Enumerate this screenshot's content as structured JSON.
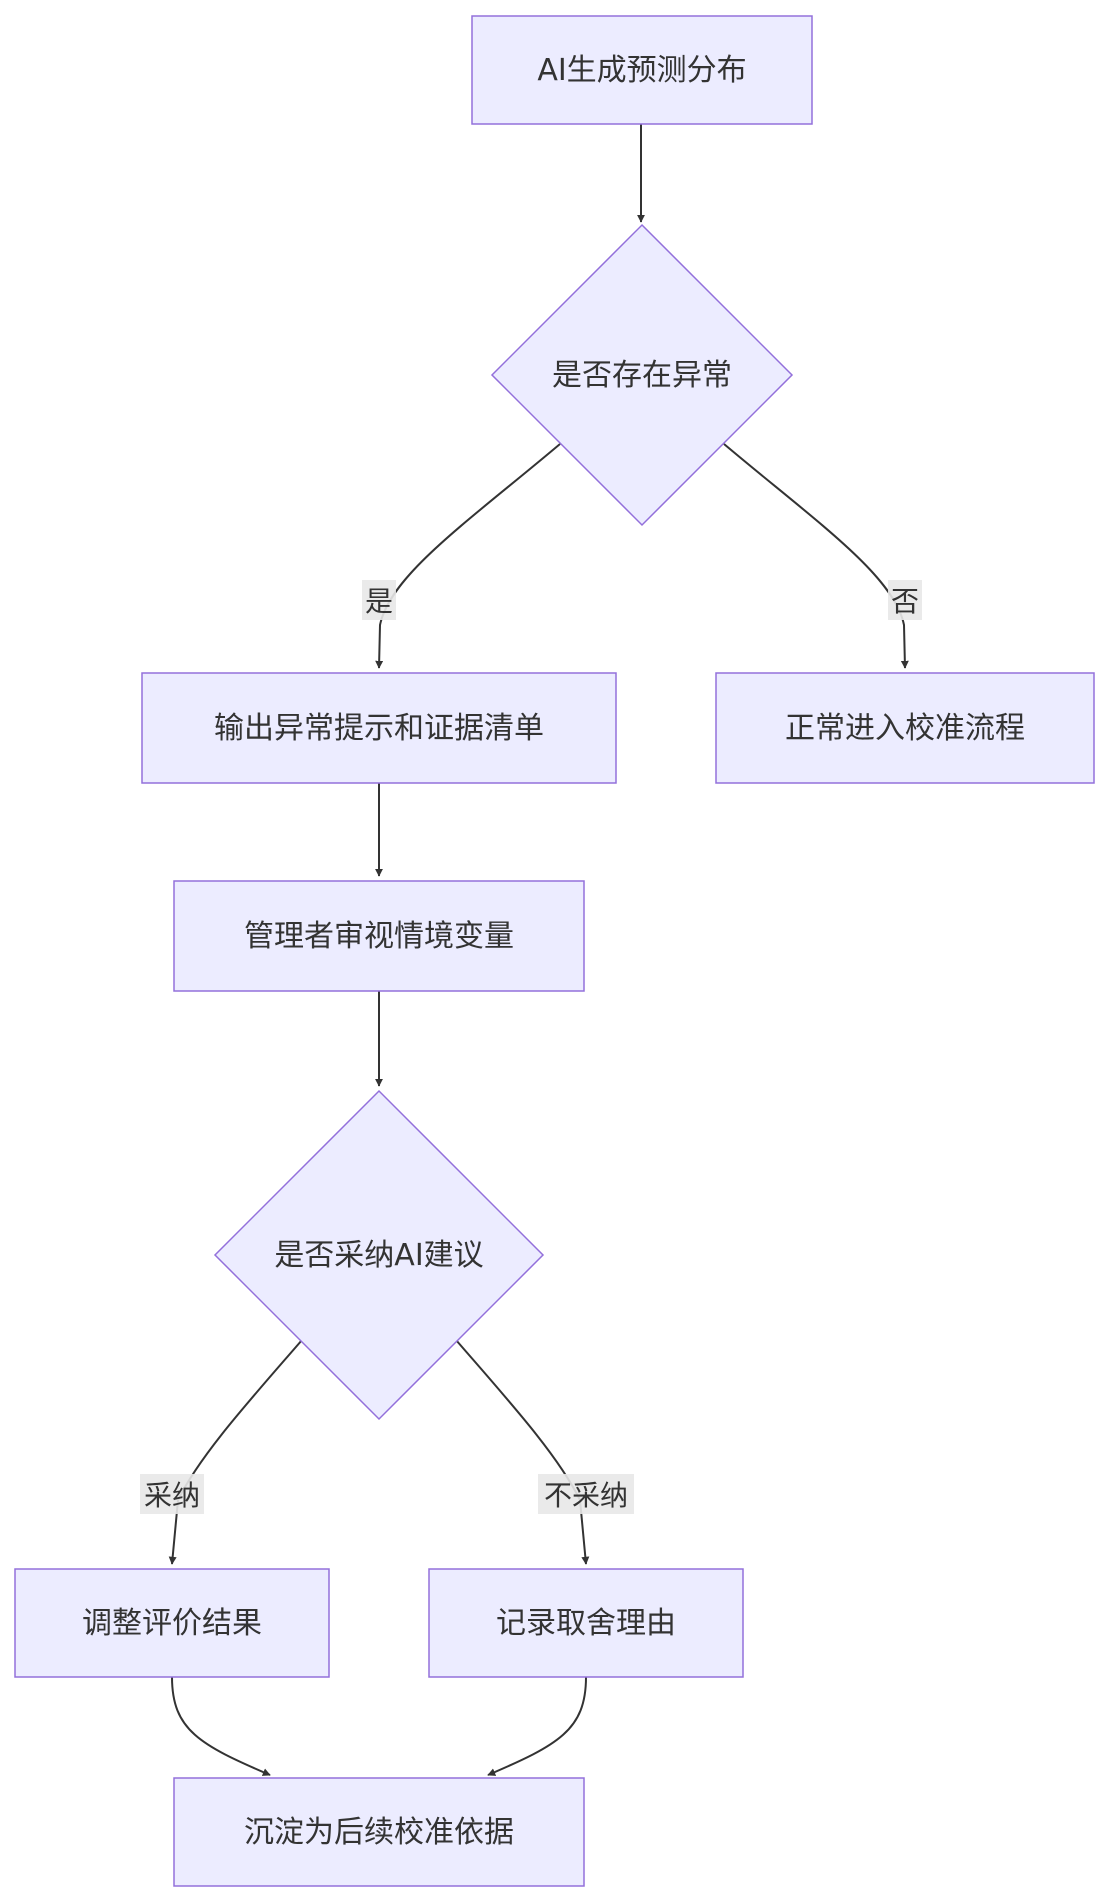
{
  "nodes": {
    "start": "AI生成预测分布",
    "anomaly_decision": "是否存在异常",
    "output_alert": "输出异常提示和证据清单",
    "normal_flow": "正常进入校准流程",
    "manager_review": "管理者审视情境变量",
    "adopt_decision": "是否采纳AI建议",
    "adjust_result": "调整评价结果",
    "record_reason": "记录取舍理由",
    "final_basis": "沉淀为后续校准依据"
  },
  "edge_labels": {
    "yes": "是",
    "no": "否",
    "adopt": "采纳",
    "not_adopt": "不采纳"
  },
  "colors": {
    "node_fill": "#ececff",
    "node_stroke": "#9370db",
    "edge": "#333333",
    "label_bg": "#e8e8e8"
  }
}
